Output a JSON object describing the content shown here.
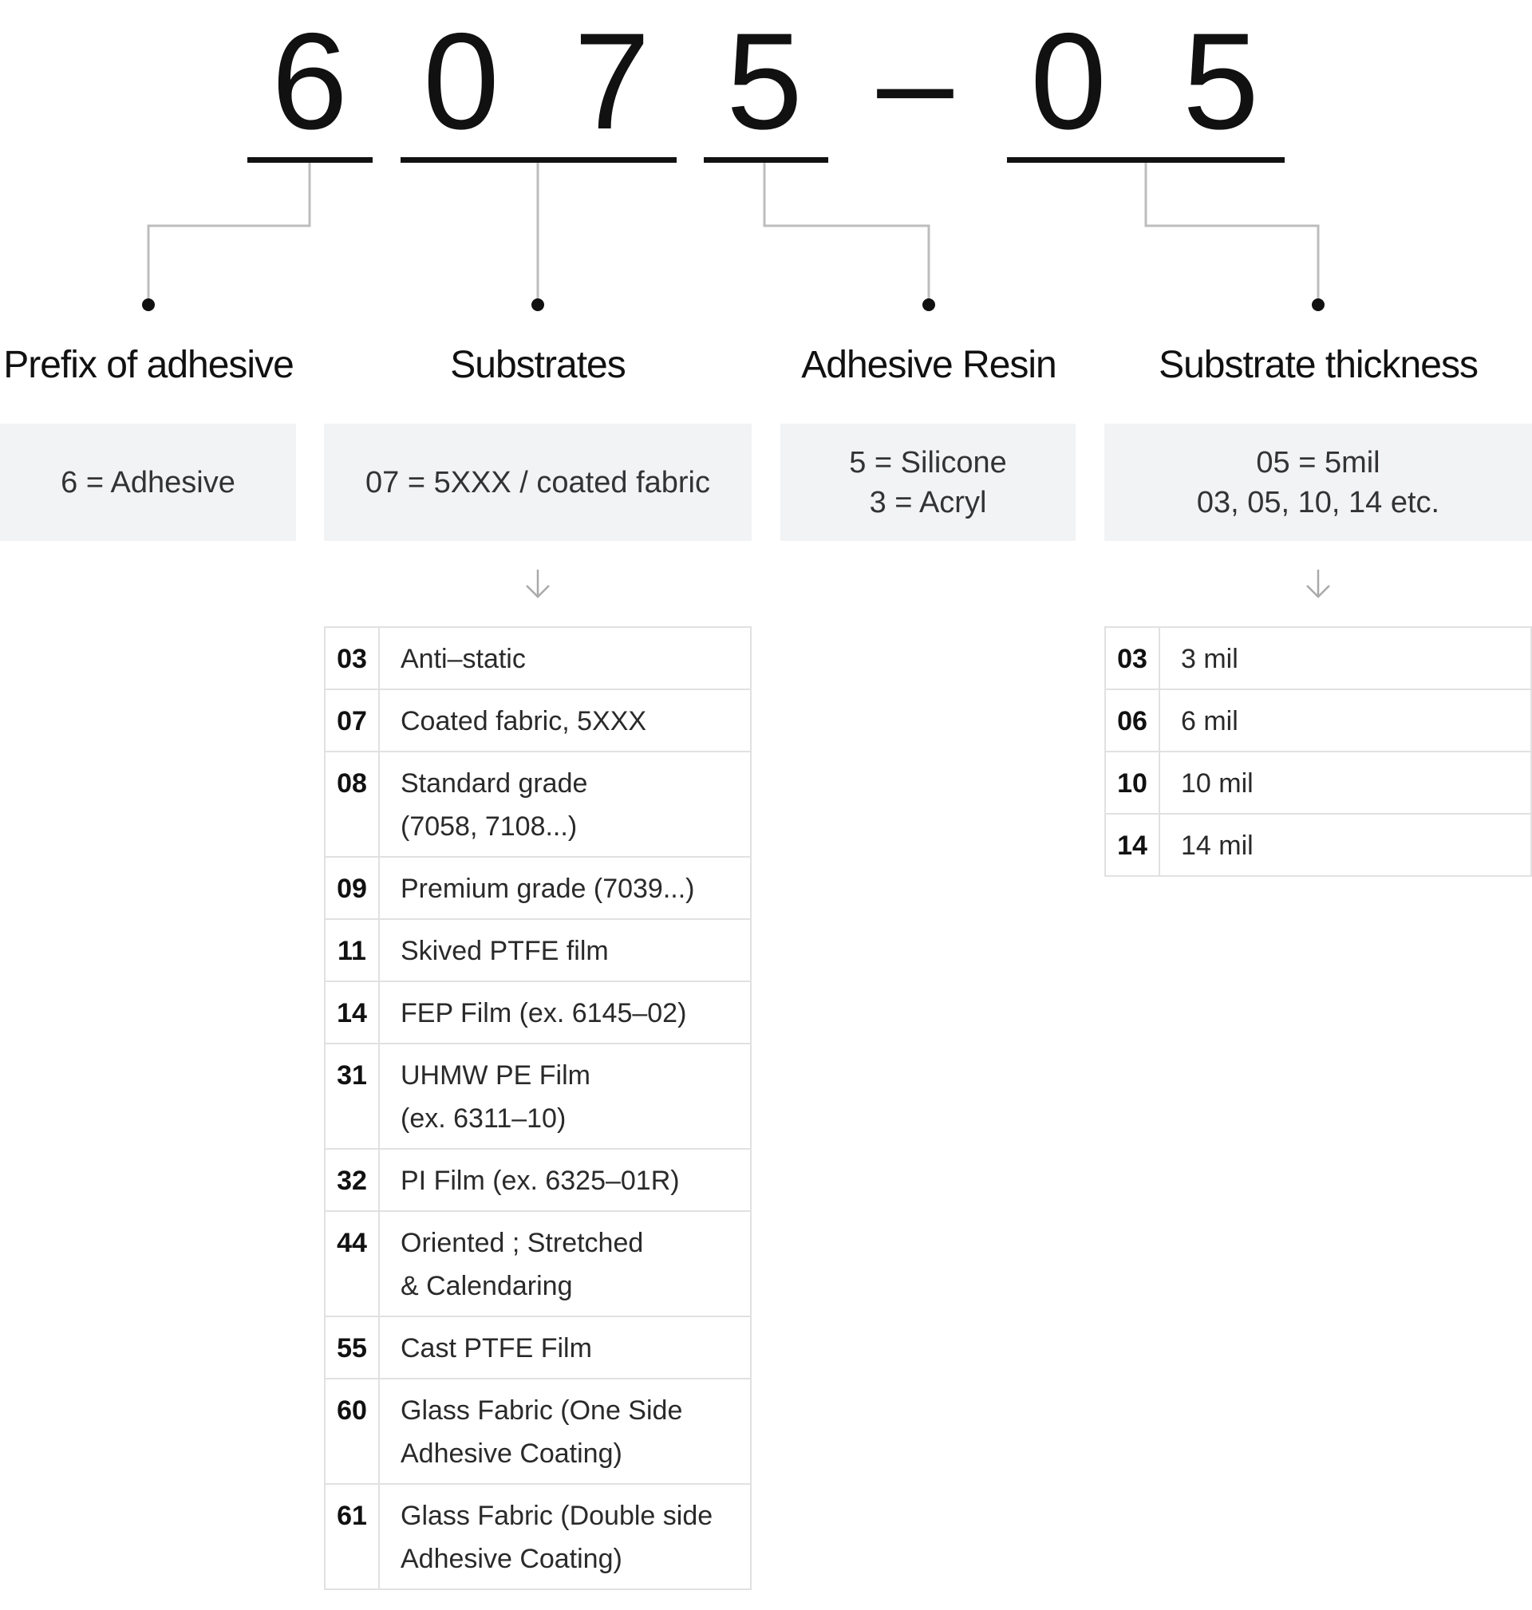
{
  "code": {
    "digits": [
      "6",
      "0",
      "7",
      "5",
      "–",
      "0",
      "5"
    ]
  },
  "sections": [
    {
      "title": "Prefix of adhesive",
      "box_lines": [
        "6 = Adhesive"
      ]
    },
    {
      "title": "Substrates",
      "box_lines": [
        "07 = 5XXX / coated fabric"
      ]
    },
    {
      "title": "Adhesive Resin",
      "box_lines": [
        "5 = Silicone",
        "3 = Acryl"
      ]
    },
    {
      "title": "Substrate thickness",
      "box_lines": [
        "05 = 5mil",
        "03, 05, 10, 14 etc."
      ]
    }
  ],
  "substrates_table": [
    {
      "code": "03",
      "desc_lines": [
        "Anti–static"
      ]
    },
    {
      "code": "07",
      "desc_lines": [
        "Coated fabric, 5XXX"
      ]
    },
    {
      "code": "08",
      "desc_lines": [
        "Standard grade",
        "(7058, 7108...)"
      ]
    },
    {
      "code": "09",
      "desc_lines": [
        "Premium grade (7039...)"
      ]
    },
    {
      "code": "11",
      "desc_lines": [
        "Skived PTFE film"
      ]
    },
    {
      "code": "14",
      "desc_lines": [
        "FEP Film (ex. 6145–02)"
      ]
    },
    {
      "code": "31",
      "desc_lines": [
        "UHMW PE Film",
        "(ex. 6311–10)"
      ]
    },
    {
      "code": "32",
      "desc_lines": [
        "PI Film (ex. 6325–01R)"
      ]
    },
    {
      "code": "44",
      "desc_lines": [
        "Oriented ; Stretched",
        "& Calendaring"
      ]
    },
    {
      "code": "55",
      "desc_lines": [
        "Cast PTFE Film"
      ]
    },
    {
      "code": "60",
      "desc_lines": [
        "Glass Fabric (One Side",
        "Adhesive Coating)"
      ]
    },
    {
      "code": "61",
      "desc_lines": [
        "Glass Fabric (Double side",
        "Adhesive Coating)"
      ]
    }
  ],
  "thickness_table": [
    {
      "code": "03",
      "desc_lines": [
        "3 mil"
      ]
    },
    {
      "code": "06",
      "desc_lines": [
        "6 mil"
      ]
    },
    {
      "code": "10",
      "desc_lines": [
        "10 mil"
      ]
    },
    {
      "code": "14",
      "desc_lines": [
        "14 mil"
      ]
    }
  ],
  "colors": {
    "text": "#111111",
    "connector": "#bdbdbd",
    "box_background": "#f2f3f5",
    "table_border": "#e1e1e1"
  }
}
